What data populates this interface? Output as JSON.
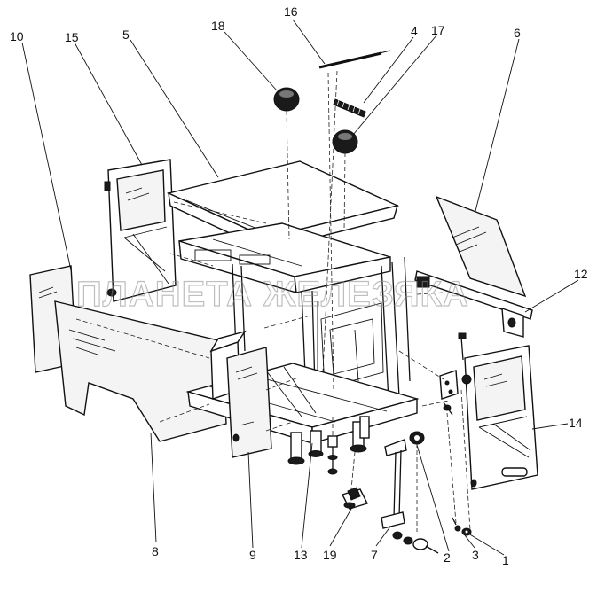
{
  "watermark": "ПЛАНЕТА ЖЕЛЕЗЯКА",
  "callouts": {
    "c1": "1",
    "c2": "2",
    "c3": "3",
    "c4": "4",
    "c5": "5",
    "c6": "6",
    "c7": "7",
    "c8": "8",
    "c9": "9",
    "c10": "10",
    "c12": "12",
    "c13": "13",
    "c14": "14",
    "c15": "15",
    "c16": "16",
    "c17": "17",
    "c18": "18",
    "c19": "19"
  }
}
